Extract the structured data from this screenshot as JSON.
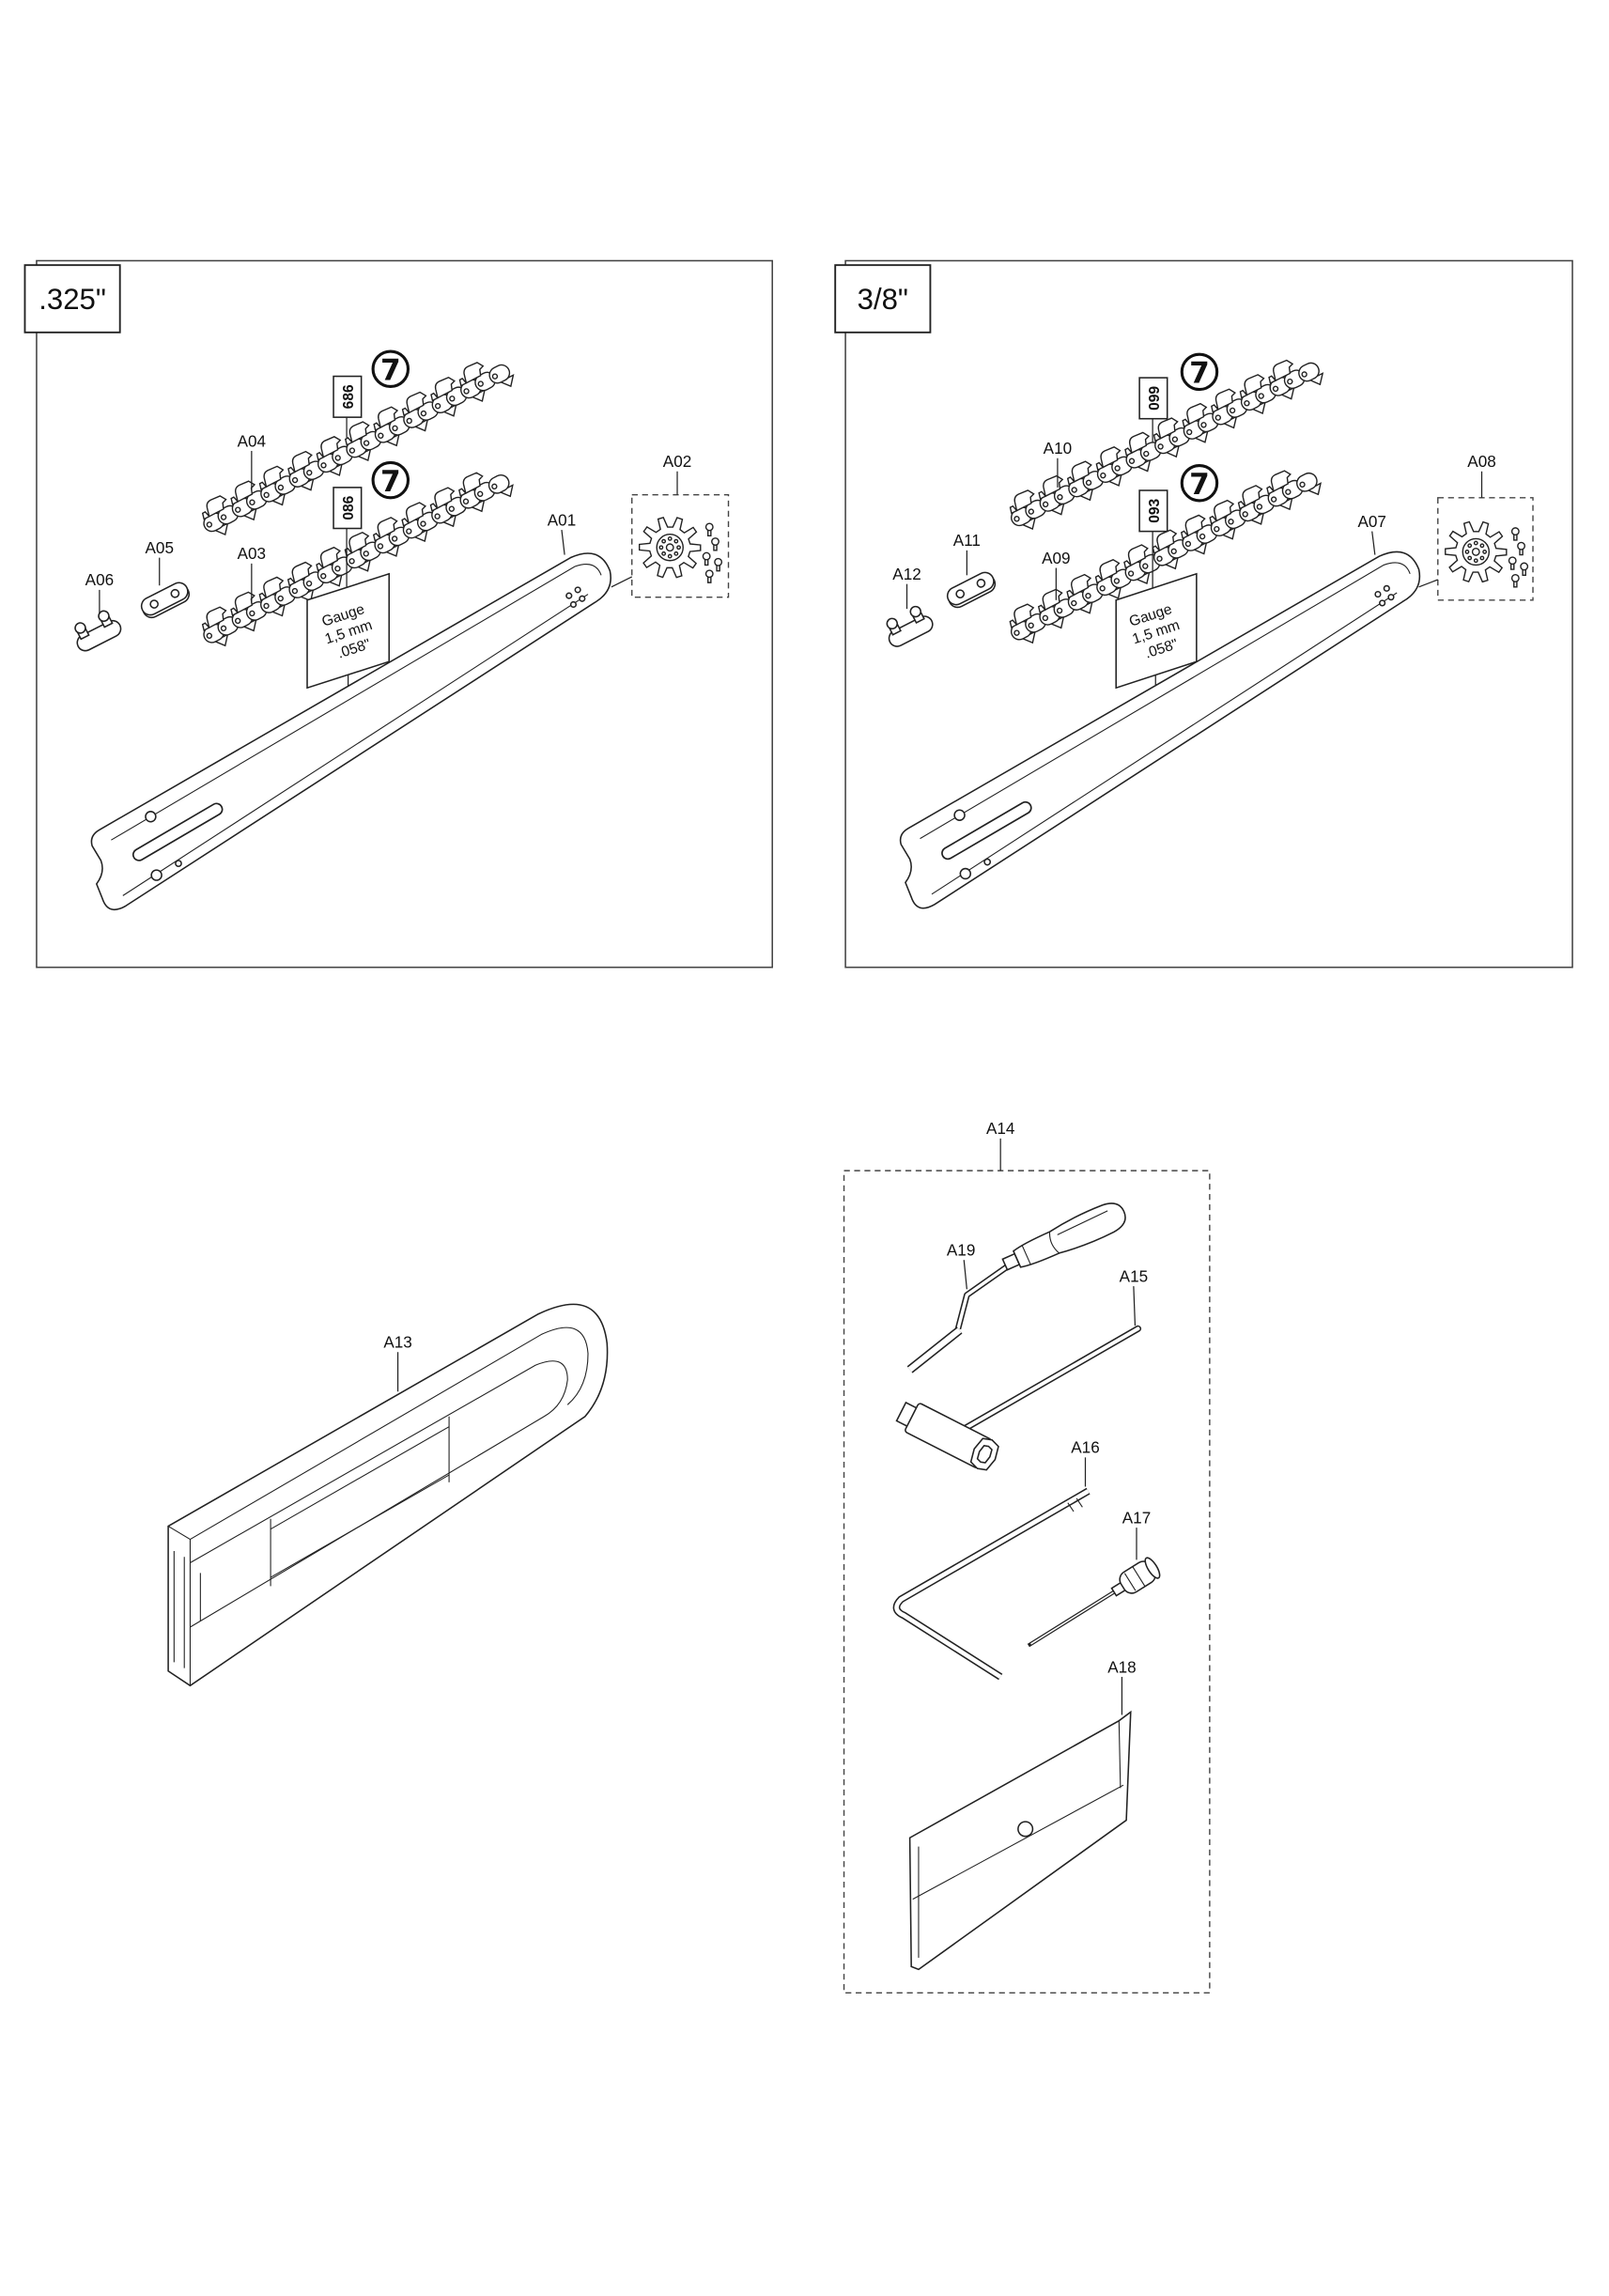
{
  "panel_325": {
    "title": ".325\"",
    "chain_upper": {
      "part": "A04",
      "code": "686",
      "badge": "7"
    },
    "chain_lower": {
      "part": "A03",
      "code": "086",
      "badge": "7"
    },
    "gauge": {
      "label": "Gauge",
      "metric": "1,5 mm",
      "imperial": ".058\""
    },
    "bar": "A01",
    "sprocket": "A02",
    "joining_link": "A05",
    "connecting_link": "A06"
  },
  "panel_38": {
    "title": "3/8\"",
    "chain_upper": {
      "part": "A10",
      "code": "099",
      "badge": "7"
    },
    "chain_lower": {
      "part": "A09",
      "code": "093",
      "badge": "7"
    },
    "gauge": {
      "label": "Gauge",
      "metric": "1,5 mm",
      "imperial": ".058\""
    },
    "bar": "A07",
    "sprocket": "A08",
    "joining_link": "A11",
    "connecting_link": "A12"
  },
  "scabbard": "A13",
  "tool_kit": {
    "part": "A14",
    "file_holder": "A19",
    "spanner": "A15",
    "hex_key": "A16",
    "screwdriver": "A17",
    "file_guide": "A18"
  }
}
